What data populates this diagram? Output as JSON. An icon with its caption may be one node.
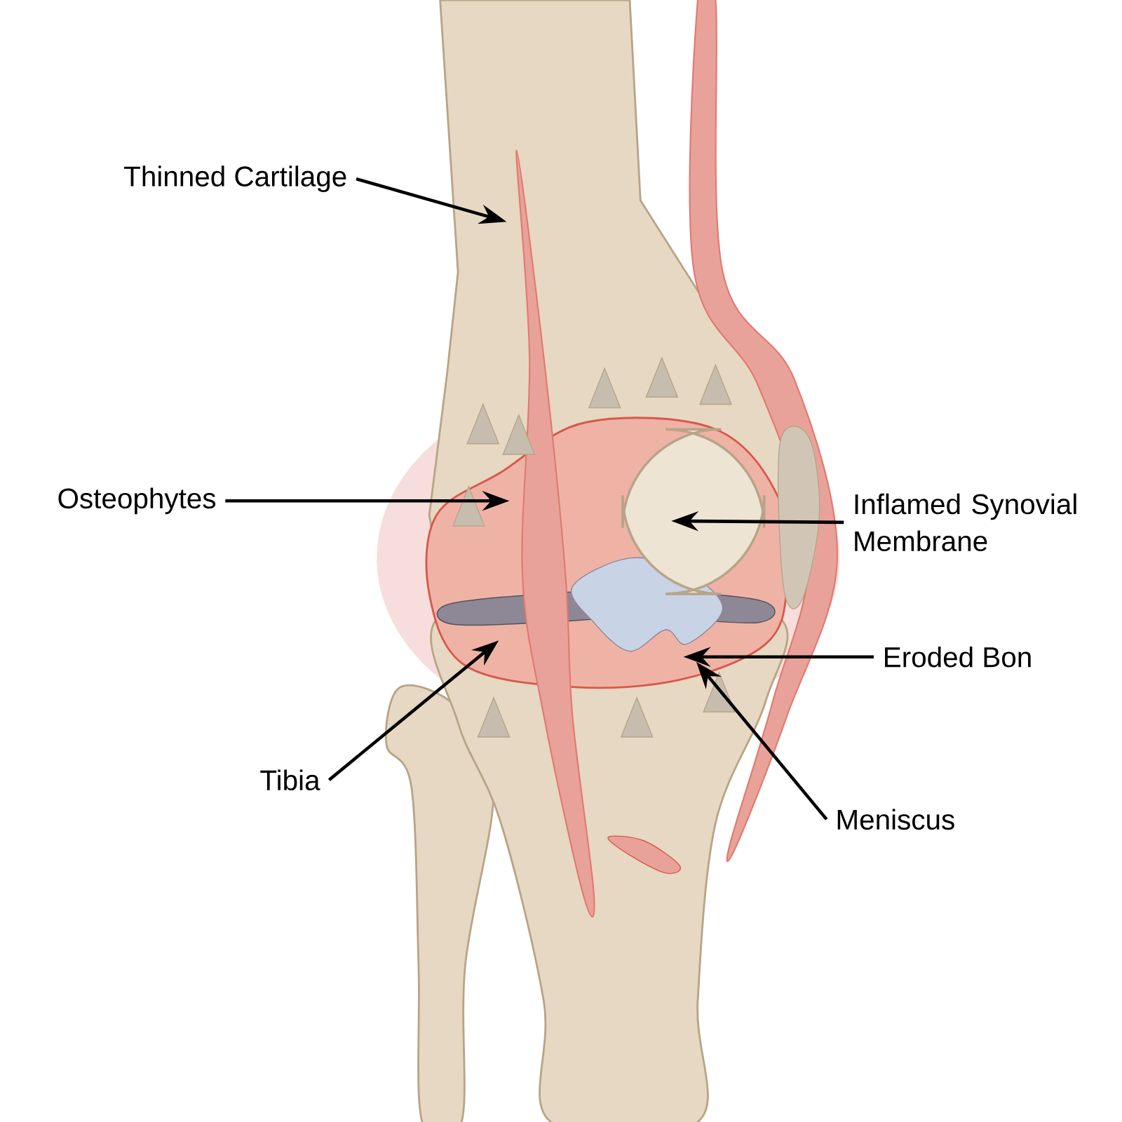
{
  "diagram": {
    "nodes": [
      {
        "text": [
          "Thinned Cartilage"
        ]
      },
      {
        "text": [
          "Osteophytes"
        ]
      },
      {
        "text": [
          "Inflamed Synovial Membrane"
        ]
      },
      {
        "text": [
          "Eroded Bon"
        ]
      },
      {
        "text": [
          "Tibia"
        ]
      },
      {
        "text": [
          "Meniscus"
        ]
      }
    ],
    "edges": [
      {
        "from": 0,
        "to": null,
        "arrow": "to"
      },
      {
        "from": 1,
        "to": null,
        "arrow": "to"
      },
      {
        "from": 2,
        "to": null,
        "arrow": "to"
      },
      {
        "from": 3,
        "to": null,
        "arrow": "to"
      },
      {
        "from": 4,
        "to": null,
        "arrow": "to"
      },
      {
        "from": 5,
        "to": null,
        "arrow": "to"
      }
    ]
  }
}
